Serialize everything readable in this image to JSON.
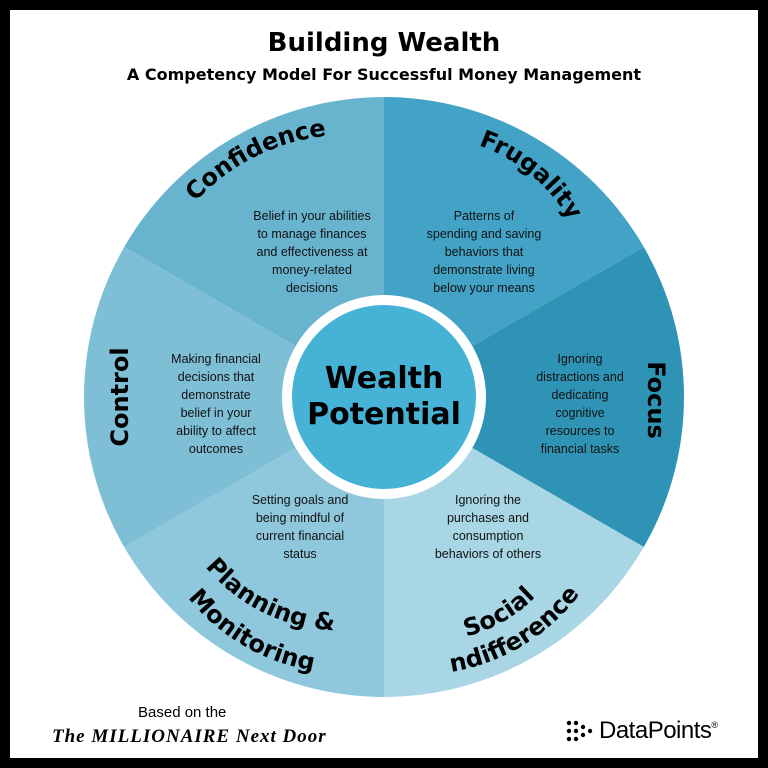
{
  "header": {
    "title": "Building Wealth",
    "subtitle": "A Competency Model For Successful Money Management"
  },
  "center": {
    "line1": "Wealth",
    "line2": "Potential",
    "color": "#45b2d6"
  },
  "segments": [
    {
      "name_lines": [
        "Frugality"
      ],
      "description": [
        "Patterns of",
        "spending and saving",
        "behaviors that",
        "demonstrate living",
        "below your means"
      ],
      "color": "#42a3c6"
    },
    {
      "name_lines": [
        "Focus"
      ],
      "description": [
        "Ignoring",
        "distractions and",
        "dedicating",
        "cognitive",
        "resources to",
        "financial tasks"
      ],
      "color": "#2f93b5"
    },
    {
      "name_lines": [
        "Social",
        "Indifference"
      ],
      "description": [
        "Ignoring the",
        "purchases and",
        "consumption",
        "behaviors of others"
      ],
      "color": "#a9d6e5"
    },
    {
      "name_lines": [
        "Planning &",
        "Monitoring"
      ],
      "description": [
        "Setting goals and",
        "being mindful of",
        "current financial",
        "status"
      ],
      "color": "#8fc8dc"
    },
    {
      "name_lines": [
        "Control"
      ],
      "description": [
        "Making financial",
        "decisions that",
        "demonstrate",
        "belief in your",
        "ability to affect",
        "outcomes"
      ],
      "color": "#7fbfd6"
    },
    {
      "name_lines": [
        "Confidence"
      ],
      "description": [
        "Belief in your abilities",
        "to manage finances",
        "and effectiveness at",
        "money-related",
        "decisions"
      ],
      "color": "#68b4cf"
    }
  ],
  "footer": {
    "based_on": "Based on the",
    "book_title": "The MILLIONAIRE Next Door",
    "logo_text": "DataPoints",
    "logo_reg": "®"
  }
}
